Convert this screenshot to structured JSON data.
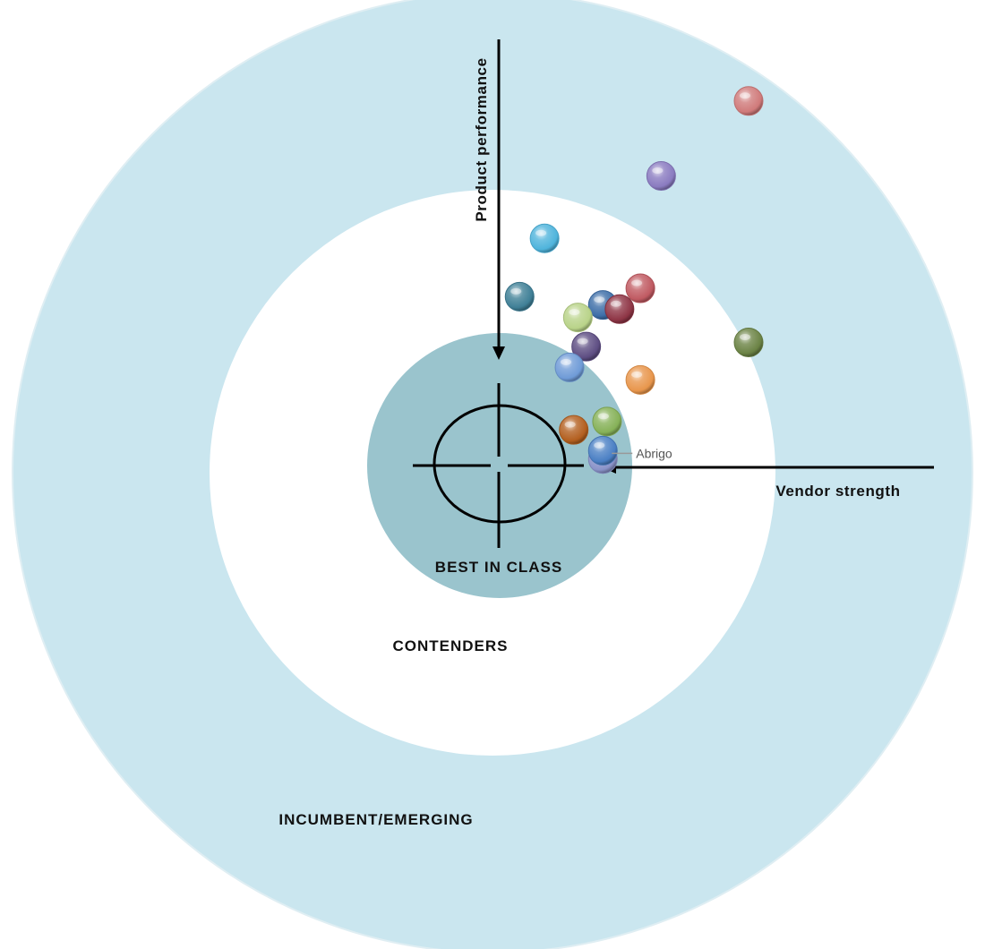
{
  "chart_data": {
    "type": "scatter",
    "title": "",
    "zones": [
      {
        "label": "INCUMBENT/EMERGING",
        "color": "#cae6ef"
      },
      {
        "label": "CONTENDERS",
        "color": "#ffffff"
      },
      {
        "label": "BEST IN CLASS",
        "color": "#9ac4cd"
      }
    ],
    "axes": {
      "vertical": {
        "label": "Product performance"
      },
      "horizontal": {
        "label": "Vendor strength"
      }
    },
    "points": [
      {
        "x": 0.25,
        "y": 0.02,
        "color": "#8a93c9"
      },
      {
        "x": 0.6,
        "y": 0.88,
        "color": "#d07a7a"
      },
      {
        "x": 0.39,
        "y": 0.7,
        "color": "#8a7bc0"
      },
      {
        "x": 0.11,
        "y": 0.55,
        "color": "#4fb4dc"
      },
      {
        "x": 0.05,
        "y": 0.41,
        "color": "#3f7f96"
      },
      {
        "x": 0.34,
        "y": 0.43,
        "color": "#c05a62"
      },
      {
        "x": 0.25,
        "y": 0.39,
        "color": "#3d6ea8"
      },
      {
        "x": 0.29,
        "y": 0.38,
        "color": "#8e3545"
      },
      {
        "x": 0.19,
        "y": 0.36,
        "color": "#b9d389"
      },
      {
        "x": 0.6,
        "y": 0.3,
        "color": "#6b8345"
      },
      {
        "x": 0.21,
        "y": 0.29,
        "color": "#5e4e83"
      },
      {
        "x": 0.17,
        "y": 0.24,
        "color": "#6f9bd7"
      },
      {
        "x": 0.34,
        "y": 0.21,
        "color": "#e8964c"
      },
      {
        "x": 0.18,
        "y": 0.09,
        "color": "#b35f1f"
      },
      {
        "x": 0.26,
        "y": 0.11,
        "color": "#86b158"
      },
      {
        "x": 0.25,
        "y": 0.04,
        "color": "#4a7fc4",
        "label": "Abrigo"
      }
    ]
  }
}
